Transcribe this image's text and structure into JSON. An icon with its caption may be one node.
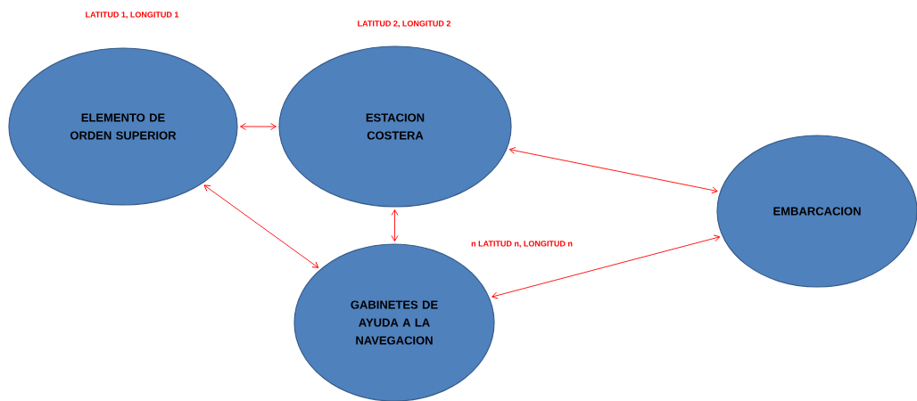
{
  "diagram": {
    "nodes": [
      {
        "text": [
          "ELEMENTO DE ORDEN SUPERIOR"
        ],
        "beside": [
          "LATITUD 1, LONGITUD 1"
        ]
      },
      {
        "text": [
          "ESTACION COSTERA"
        ],
        "beside": [
          "LATITUD 2, LONGITUD 2"
        ]
      },
      {
        "text": [
          "EMBARCACION"
        ]
      },
      {
        "text": [
          "GABINETES DE AYUDA A LA NAVEGACION"
        ],
        "beside": [
          "n LATITUD n, LONGITUD n"
        ]
      }
    ],
    "edges": [
      {
        "from": 0,
        "to": 1,
        "arrow": "both"
      },
      {
        "from": 1,
        "to": 2,
        "arrow": "both"
      },
      {
        "from": 1,
        "to": 3,
        "arrow": "both"
      },
      {
        "from": 0,
        "to": 3,
        "arrow": "both"
      },
      {
        "from": 3,
        "to": 2,
        "arrow": "both"
      }
    ]
  }
}
